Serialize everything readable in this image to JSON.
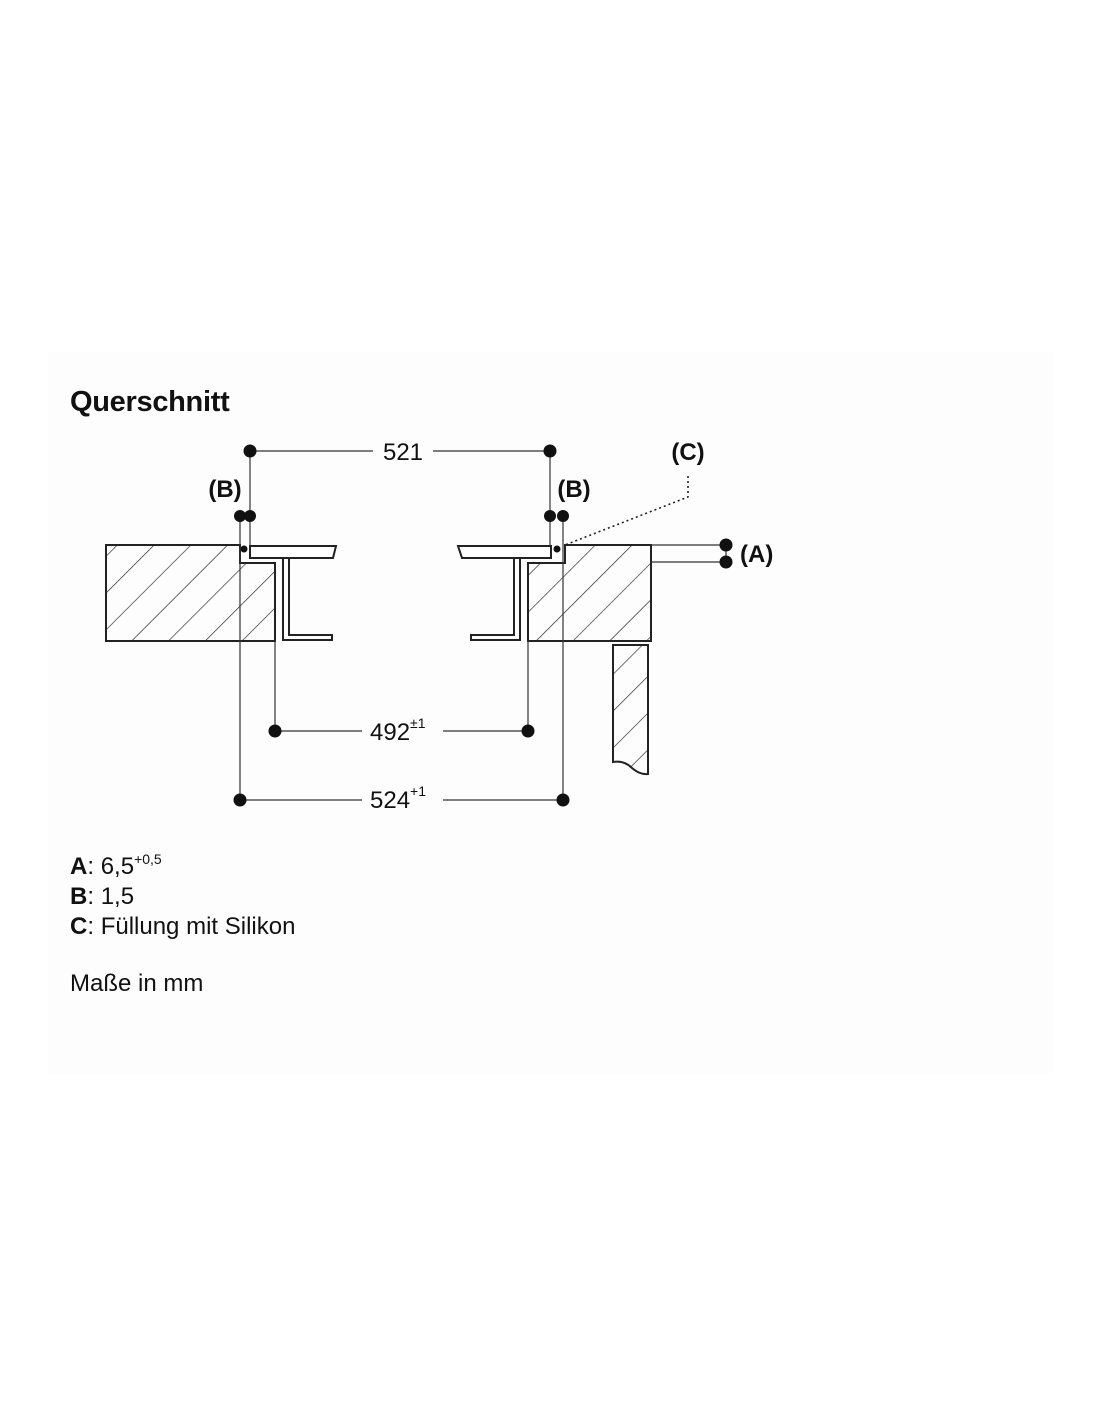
{
  "title": "Querschnitt",
  "dimensions": {
    "top": "521",
    "inner_value": "492",
    "inner_tolerance": "±1",
    "outer_value": "524",
    "outer_tolerance": "+1"
  },
  "callouts": {
    "b_left": "(B)",
    "b_right": "(B)",
    "c": "(C)",
    "a": "(A)"
  },
  "legend": [
    {
      "key": "A",
      "value": "6,5",
      "tolerance": "+0,5"
    },
    {
      "key": "B",
      "value": "1,5",
      "tolerance": ""
    },
    {
      "key": "C",
      "value": "Füllung mit Silikon",
      "tolerance": ""
    }
  ],
  "units_note": "Maße in mm"
}
